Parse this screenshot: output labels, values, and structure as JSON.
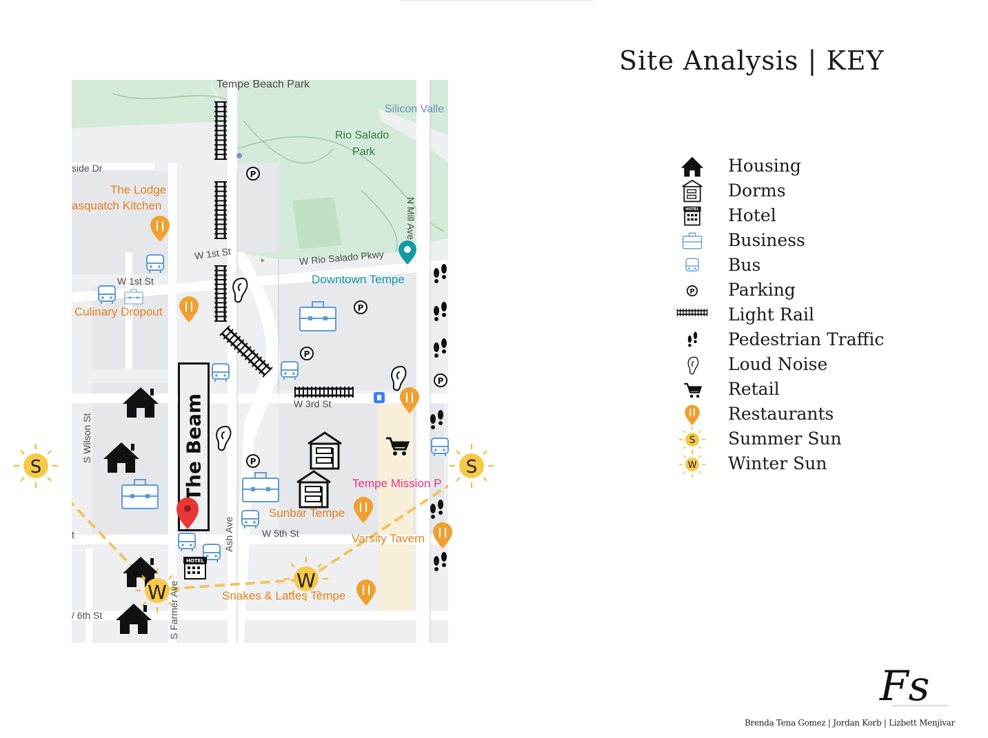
{
  "title": "Site Analysis | KEY",
  "map": {
    "labels": {
      "tempe_beach_park": "Tempe Beach Park",
      "silicon_valley": "Silicon Valle",
      "rio_salado_park_1": "Rio Salado",
      "rio_salado_park_2": "Park",
      "side_dr": "side Dr",
      "the_lodge": "The Lodge",
      "sasquatch_kitchen": "asquatch Kitchen",
      "n_mill_ave": "N Mill Ave",
      "w_1st_st_a": "W 1st St",
      "w_1st_st_b": "W 1st St",
      "w_rio_salado_pkwy": "W Rio Salado Pkwy",
      "downtown_tempe": "Downtown Tempe",
      "culinary_dropout": "Culinary Dropout",
      "w_3rd_st": "W 3rd St",
      "s_wilson_st": "S Wilson St",
      "tempe_mission": "Tempe Mission P",
      "sunbar_tempe": "Sunbar Tempe",
      "ash_ave": "Ash Ave",
      "w_5th_st": "W 5th St",
      "varsity_tavern": "Varsity Tavern",
      "snakes_lattes": "Snakes & Lattes Tempe",
      "w_6th_st": "/ 6th St",
      "s_farmer_ave": "S Farmer Ave",
      "t_fragment": "t"
    },
    "site_label": "The Beam",
    "summer_sun_letter": "S",
    "winter_sun_letter": "W",
    "hotel_sign": "HOTEL"
  },
  "key": {
    "items": [
      {
        "label": "Housing",
        "icon": "house-icon"
      },
      {
        "label": "Dorms",
        "icon": "dorm-icon"
      },
      {
        "label": "Hotel",
        "icon": "hotel-icon"
      },
      {
        "label": "Business",
        "icon": "briefcase-icon"
      },
      {
        "label": "Bus",
        "icon": "bus-icon"
      },
      {
        "label": "Parking",
        "icon": "parking-icon"
      },
      {
        "label": "Light Rail",
        "icon": "rail-icon"
      },
      {
        "label": "Pedestrian Traffic",
        "icon": "footprints-icon"
      },
      {
        "label": "Loud Noise",
        "icon": "ear-icon"
      },
      {
        "label": "Retail",
        "icon": "cart-icon"
      },
      {
        "label": "Restaurants",
        "icon": "restaurant-pin-icon"
      },
      {
        "label": "Summer Sun",
        "icon": "summer-sun-icon"
      },
      {
        "label": "Winter Sun",
        "icon": "winter-sun-icon"
      }
    ],
    "summer_letter": "S",
    "winter_letter": "W",
    "hotel_sign": "HOTEL"
  },
  "credits": "Brenda Tena Gomez | Jordan Korb | Lizbett Menjivar",
  "logo": {
    "text": "Fs"
  },
  "colors": {
    "map_bg": "#eeeff1",
    "park_green": "#cfe8d3",
    "road_white": "#ffffff",
    "sun_yellow": "#f7c948",
    "sun_ray": "#f2b632",
    "path_dash": "#f5c25a",
    "pin_red": "#e53935",
    "restaurant_orange": "#f0a030",
    "bus_blue": "#5b9bd5"
  }
}
